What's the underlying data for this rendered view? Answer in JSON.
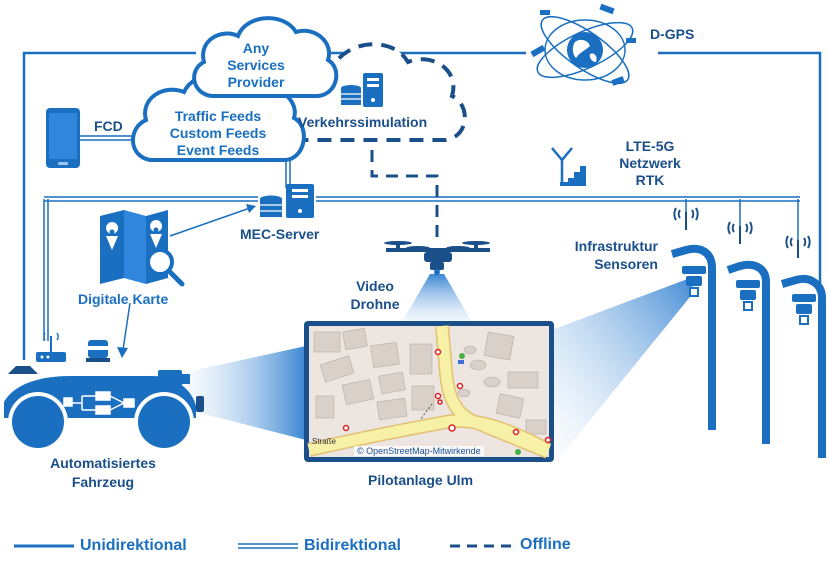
{
  "clouds": {
    "services": "Any Services Provider",
    "services_line1": "Any",
    "services_line2": "Services",
    "services_line3": "Provider",
    "feeds_line1": "Traffic Feeds",
    "feeds_line2": "Custom Feeds",
    "feeds_line3": "Event Feeds",
    "simulation": "Verkehrssimulation"
  },
  "nodes": {
    "fcd": "FCD",
    "dgps": "D-GPS",
    "lte_line1": "LTE-5G",
    "lte_line2": "Netzwerk",
    "lte_line3": "RTK",
    "mec": "MEC-Server",
    "karte": "Digitale Karte",
    "drohne_line1": "Video",
    "drohne_line2": "Drohne",
    "infra_line1": "Infrastruktur",
    "infra_line2": "Sensoren",
    "fahrzeug_line1": "Automatisiertes",
    "fahrzeug_line2": "Fahrzeug",
    "pilot": "Pilotanlage Ulm"
  },
  "map": {
    "credit": "© OpenStreetMap-Mitwirkende",
    "street": "Straße"
  },
  "legend": {
    "uni": "Unidirektional",
    "bi": "Bidirektional",
    "offline": "Offline"
  },
  "colors": {
    "primary": "#1a6fc1",
    "dark": "#1b4f8a",
    "map_bg": "#ede6e0",
    "road": "#f7f1a8"
  },
  "icons": [
    "smartphone-icon",
    "satellite-icon",
    "globe-icon",
    "antenna-icon",
    "server-icon",
    "map-icon",
    "magnifier-icon",
    "drone-icon",
    "router-icon",
    "lidar-icon",
    "camera-icon",
    "car-icon",
    "pole-icon",
    "wifi-icon"
  ]
}
